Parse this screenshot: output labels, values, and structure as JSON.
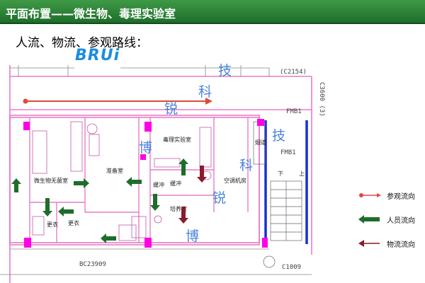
{
  "header": {
    "title": "平面布置——微生物、毒理实验室"
  },
  "subtitle": "人流、物流、参观路线：",
  "logo": {
    "text": "BRUi"
  },
  "plan": {
    "rooms": {
      "sterile": "微生物无菌室",
      "prep": "准备室",
      "tox": "毒理实验室",
      "culture": "培养室",
      "ac": "空调机房",
      "buffer": "缓冲",
      "change": "更衣",
      "dress": "更衣",
      "gown": "缓冲",
      "fume": "烟道",
      "down": "下",
      "up": "上"
    },
    "dims": {
      "c2154": "(C2154)",
      "fmb1a": "FMB1",
      "fmb1b": "FMB1",
      "c3600": "C3600 (3)",
      "bc": "BC23909",
      "c1009": "C1009"
    }
  },
  "watermark": [
    "博",
    "锐",
    "科",
    "技"
  ],
  "legend": {
    "items": [
      {
        "label": "参观流向",
        "color": "#e0493a",
        "kind": "dot"
      },
      {
        "label": "人员流向",
        "color": "#1d6e2a",
        "kind": "arrow"
      },
      {
        "label": "物流流向",
        "color": "#8a1b2b",
        "kind": "arrow"
      }
    ]
  },
  "colors": {
    "header": "#2e8b3c",
    "wall": "#e87cc8",
    "column": "#ff00e6",
    "blue_wall": "#1a2fd1",
    "visit": "#e0493a",
    "person": "#1d6e2a",
    "goods": "#8a1b2b"
  }
}
